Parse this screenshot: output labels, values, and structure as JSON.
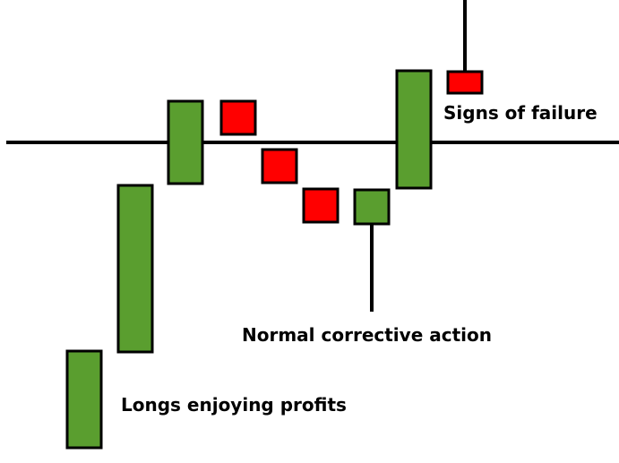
{
  "diagram": {
    "annotations": {
      "longs": "Longs enjoying profits",
      "corrective": "Normal corrective action",
      "failure": "Signs of failure"
    },
    "candles": [
      {
        "id": "candle-1",
        "direction": "up"
      },
      {
        "id": "candle-2",
        "direction": "up"
      },
      {
        "id": "candle-3",
        "direction": "up"
      },
      {
        "id": "candle-4",
        "direction": "down"
      },
      {
        "id": "candle-5",
        "direction": "down"
      },
      {
        "id": "candle-6",
        "direction": "down"
      },
      {
        "id": "candle-7",
        "direction": "up"
      },
      {
        "id": "candle-8",
        "direction": "up"
      },
      {
        "id": "candle-9",
        "direction": "down"
      }
    ],
    "colors": {
      "up": "#5a9e2f",
      "down": "#ff0000",
      "outline": "#000000",
      "line": "#000000"
    }
  }
}
